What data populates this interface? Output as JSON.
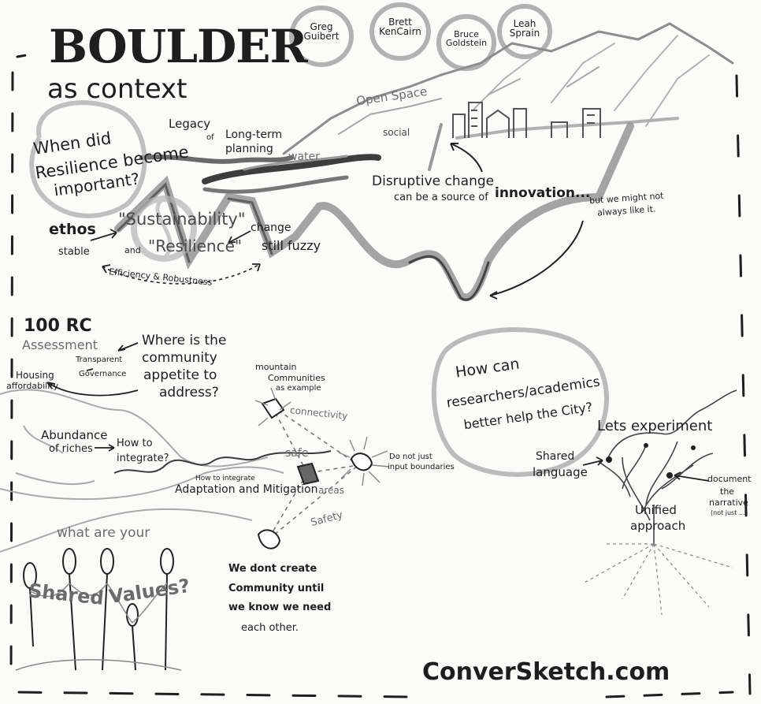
{
  "title": {
    "main": "BOULDER",
    "sub": "as context"
  },
  "speakers": [
    "Greg Guibert",
    "Brett KenCairn",
    "Bruce Goldstein",
    "Leah Sprain"
  ],
  "landscape": {
    "open_space": "Open Space",
    "social": "social",
    "water": "water",
    "legacy": "Legacy",
    "of": "of",
    "long_term": "Long-term",
    "planning": "planning"
  },
  "questions": {
    "resilience_line1": "When did",
    "resilience_line2": "Resilience become",
    "resilience_line3": "important?",
    "researchers_line1": "How can",
    "researchers_line2": "researchers/academics",
    "researchers_line3": "better help the City?",
    "shared_values_line1": "what are your",
    "shared_word": "Shared",
    "values_word": "Values?"
  },
  "disruption": {
    "line1": "Disruptive change",
    "line2a": "can be a source of",
    "line2b": "innovation...",
    "aside1": "but we might not",
    "aside2": "always like it."
  },
  "ethos": {
    "ethos": "ethos",
    "stable": "stable",
    "sustainability": "\"Sustainability\"",
    "and": "and",
    "resilience": "\"Resilience\"",
    "change": "change",
    "still_fuzzy": "still fuzzy",
    "efficiency": "Efficiency & Robustness"
  },
  "assessment": {
    "heading": "100 RC",
    "sub": "Assessment",
    "q1": "Where is the",
    "q2": "community",
    "q3": "appetite to",
    "q4": "address?",
    "transparent1": "Transparent",
    "transparent2": "Governance",
    "housing1": "Housing",
    "housing2": "affordability"
  },
  "community": {
    "abundance1": "Abundance",
    "abundance2": "of riches",
    "integrate1": "How to",
    "integrate2": "integrate?",
    "mountain1": "mountain",
    "mountain2": "Communities",
    "mountain3": "as example",
    "connectivity": "connectivity",
    "safe": "safe",
    "howto": "How to integrate",
    "adaptation": "Adaptation and Mitigation",
    "areas": "areas",
    "safety": "Safety",
    "donot1": "Do not just",
    "donot2": "input boundaries",
    "create1": "We dont create",
    "create2": "Community until",
    "create3": "we know we need",
    "create4": "each other."
  },
  "experiment": {
    "lets": "Lets experiment",
    "shared1": "Shared",
    "shared2": "language",
    "unified1": "Unified",
    "unified2": "approach",
    "document1": "document",
    "document2": "the",
    "document3": "narrative",
    "document4": "(not just ...)"
  },
  "footer": {
    "credit": "ConverSketch.com"
  },
  "colors": {
    "ink": "#1e1e1e",
    "pencil": "#8a8a8a",
    "paper": "#fbfbfa"
  }
}
